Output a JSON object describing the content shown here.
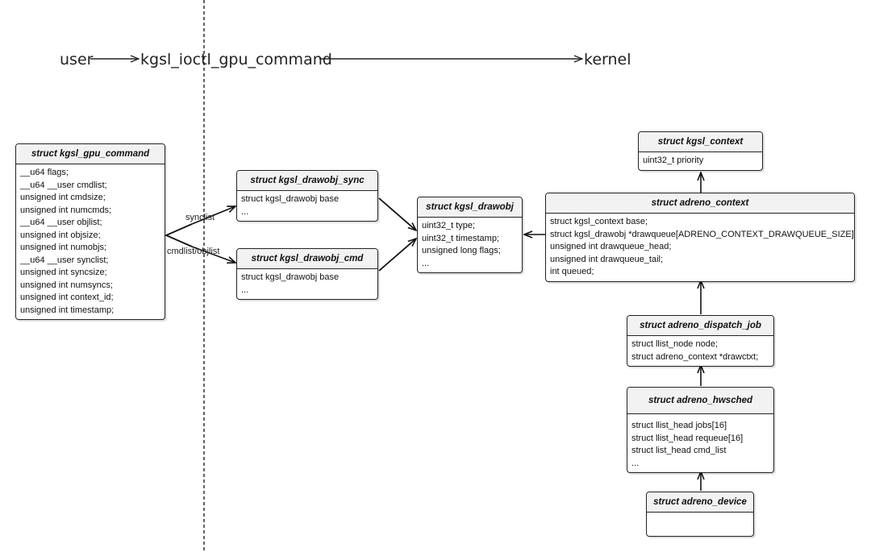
{
  "flow": {
    "user": "user",
    "ioctl": "kgsl_ioctl_gpu_command",
    "kernel": "kernel"
  },
  "edge_labels": {
    "synclist": "synclist",
    "cmdlist": "cmdlist/objlist"
  },
  "boxes": {
    "gpu_command": {
      "title": "struct kgsl_gpu_command",
      "fields": [
        "__u64 flags;",
        "__u64 __user cmdlist;",
        "unsigned int cmdsize;",
        "unsigned int numcmds;",
        "__u64 __user objlist;",
        "unsigned int objsize;",
        "unsigned int numobjs;",
        "__u64 __user synclist;",
        "unsigned int syncsize;",
        "unsigned int numsyncs;",
        "unsigned int context_id;",
        "unsigned int timestamp;"
      ]
    },
    "drawobj_sync": {
      "title": "struct kgsl_drawobj_sync",
      "fields": [
        "struct kgsl_drawobj base",
        "..."
      ]
    },
    "drawobj_cmd": {
      "title": "struct kgsl_drawobj_cmd",
      "fields": [
        "struct kgsl_drawobj base",
        "..."
      ]
    },
    "drawobj": {
      "title": "struct kgsl_drawobj",
      "fields": [
        "uint32_t type;",
        "uint32_t timestamp;",
        "unsigned long flags;",
        "..."
      ]
    },
    "kgsl_context": {
      "title": "struct kgsl_context",
      "fields": [
        "uint32_t priority"
      ]
    },
    "adreno_context": {
      "title": "struct adreno_context",
      "fields": [
        "struct kgsl_context base;",
        "struct kgsl_drawobj *drawqueue[ADRENO_CONTEXT_DRAWQUEUE_SIZE];",
        "unsigned int drawqueue_head;",
        "unsigned int drawqueue_tail;",
        "int queued;"
      ]
    },
    "dispatch_job": {
      "title": "struct adreno_dispatch_job",
      "fields": [
        "struct llist_node node;",
        "struct adreno_context *drawctxt;"
      ]
    },
    "hwsched": {
      "title": "struct adreno_hwsched",
      "fields": [
        "struct llist_head jobs[16]",
        "struct llist_head requeue[16]",
        "struct list_head cmd_list",
        "..."
      ]
    },
    "device": {
      "title": "struct adreno_device",
      "fields": []
    }
  }
}
